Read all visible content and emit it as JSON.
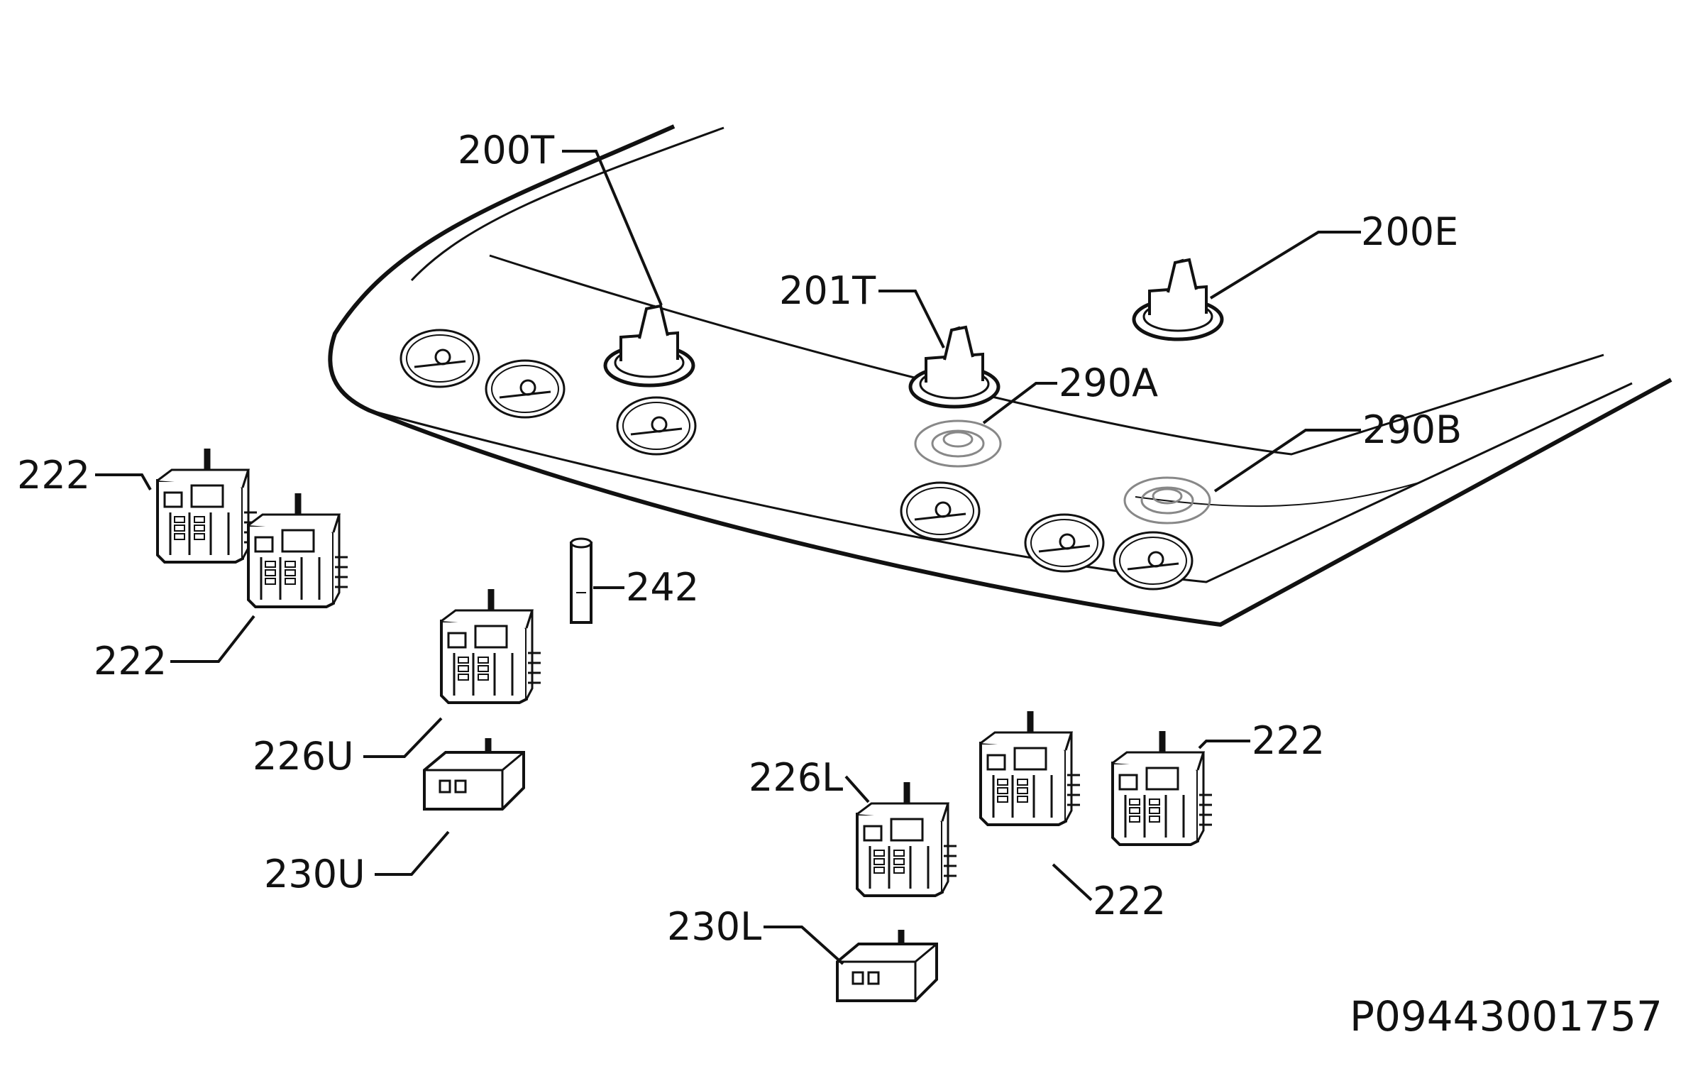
{
  "diagram": {
    "callouts": {
      "c200T": "200T",
      "c201T": "201T",
      "c200E": "200E",
      "c290A": "290A",
      "c290B": "290B",
      "c222_a": "222",
      "c222_b": "222",
      "c242": "242",
      "c226U": "226U",
      "c230U": "230U",
      "c226L": "226L",
      "c230L": "230L",
      "c222_c": "222",
      "c222_d": "222"
    },
    "document_id": "P09443001757"
  },
  "colors": {
    "line": "#111111",
    "background": "#ffffff",
    "faint": "#888888"
  }
}
